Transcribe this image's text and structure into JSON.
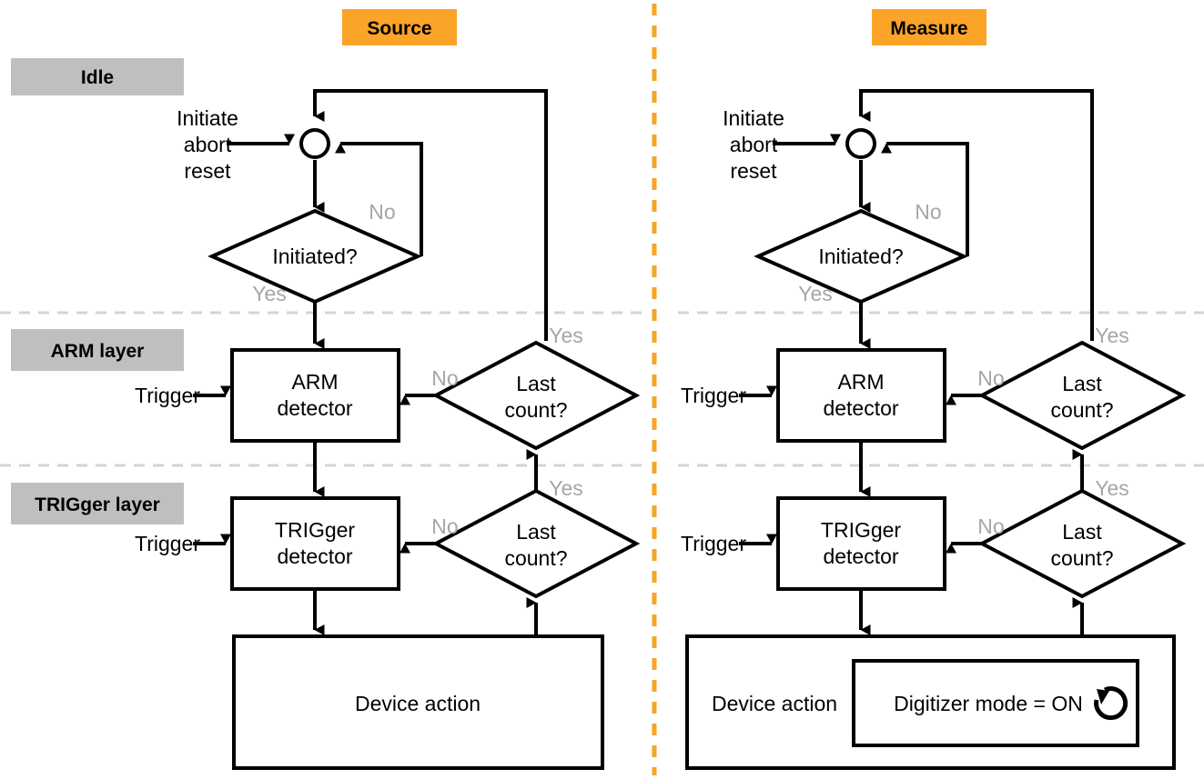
{
  "meta": {
    "colors": {
      "header_badge_bg": "#FBA428",
      "layer_badge_bg": "#BFBFBF",
      "divider_gray": "#D4D4D4",
      "divider_orange": "#F5A623",
      "yes_no_text": "#A6A6A6",
      "shape_stroke": "#000000",
      "background": "#FFFFFF"
    }
  },
  "headers": {
    "source": "Source",
    "measure": "Measure"
  },
  "layers": [
    {
      "id": "idle",
      "label": "Idle"
    },
    {
      "id": "arm",
      "label": "ARM layer"
    },
    {
      "id": "trigger",
      "label": "TRIGger layer"
    }
  ],
  "panels": {
    "source": {
      "title": "Source",
      "entry_label": "Initiate\nabort\nreset",
      "entry_lines": [
        "Initiate",
        "abort",
        "reset"
      ],
      "decision_initiated": "Initiated?",
      "decision_initiated_yes": "Yes",
      "decision_initiated_no": "No",
      "arm_box": {
        "line1": "ARM",
        "line2": "detector"
      },
      "arm_trigger_label": "Trigger",
      "arm_lastcount": {
        "line1": "Last",
        "line2": "count?"
      },
      "arm_lastcount_yes": "Yes",
      "arm_lastcount_no": "No",
      "trig_box": {
        "line1": "TRIGger",
        "line2": "detector"
      },
      "trig_trigger_label": "Trigger",
      "trig_lastcount": {
        "line1": "Last",
        "line2": "count?"
      },
      "trig_lastcount_yes": "Yes",
      "trig_lastcount_no": "No",
      "device_action": "Device action"
    },
    "measure": {
      "title": "Measure",
      "entry_lines": [
        "Initiate",
        "abort",
        "reset"
      ],
      "decision_initiated": "Initiated?",
      "decision_initiated_yes": "Yes",
      "decision_initiated_no": "No",
      "arm_box": {
        "line1": "ARM",
        "line2": "detector"
      },
      "arm_trigger_label": "Trigger",
      "arm_lastcount": {
        "line1": "Last",
        "line2": "count?"
      },
      "arm_lastcount_yes": "Yes",
      "arm_lastcount_no": "No",
      "trig_box": {
        "line1": "TRIGger",
        "line2": "detector"
      },
      "trig_trigger_label": "Trigger",
      "trig_lastcount": {
        "line1": "Last",
        "line2": "count?"
      },
      "trig_lastcount_yes": "Yes",
      "trig_lastcount_no": "No",
      "device_action": "Device action",
      "digitizer": "Digitizer mode = ON",
      "digitizer_icon": "loop-arrow-icon"
    }
  }
}
